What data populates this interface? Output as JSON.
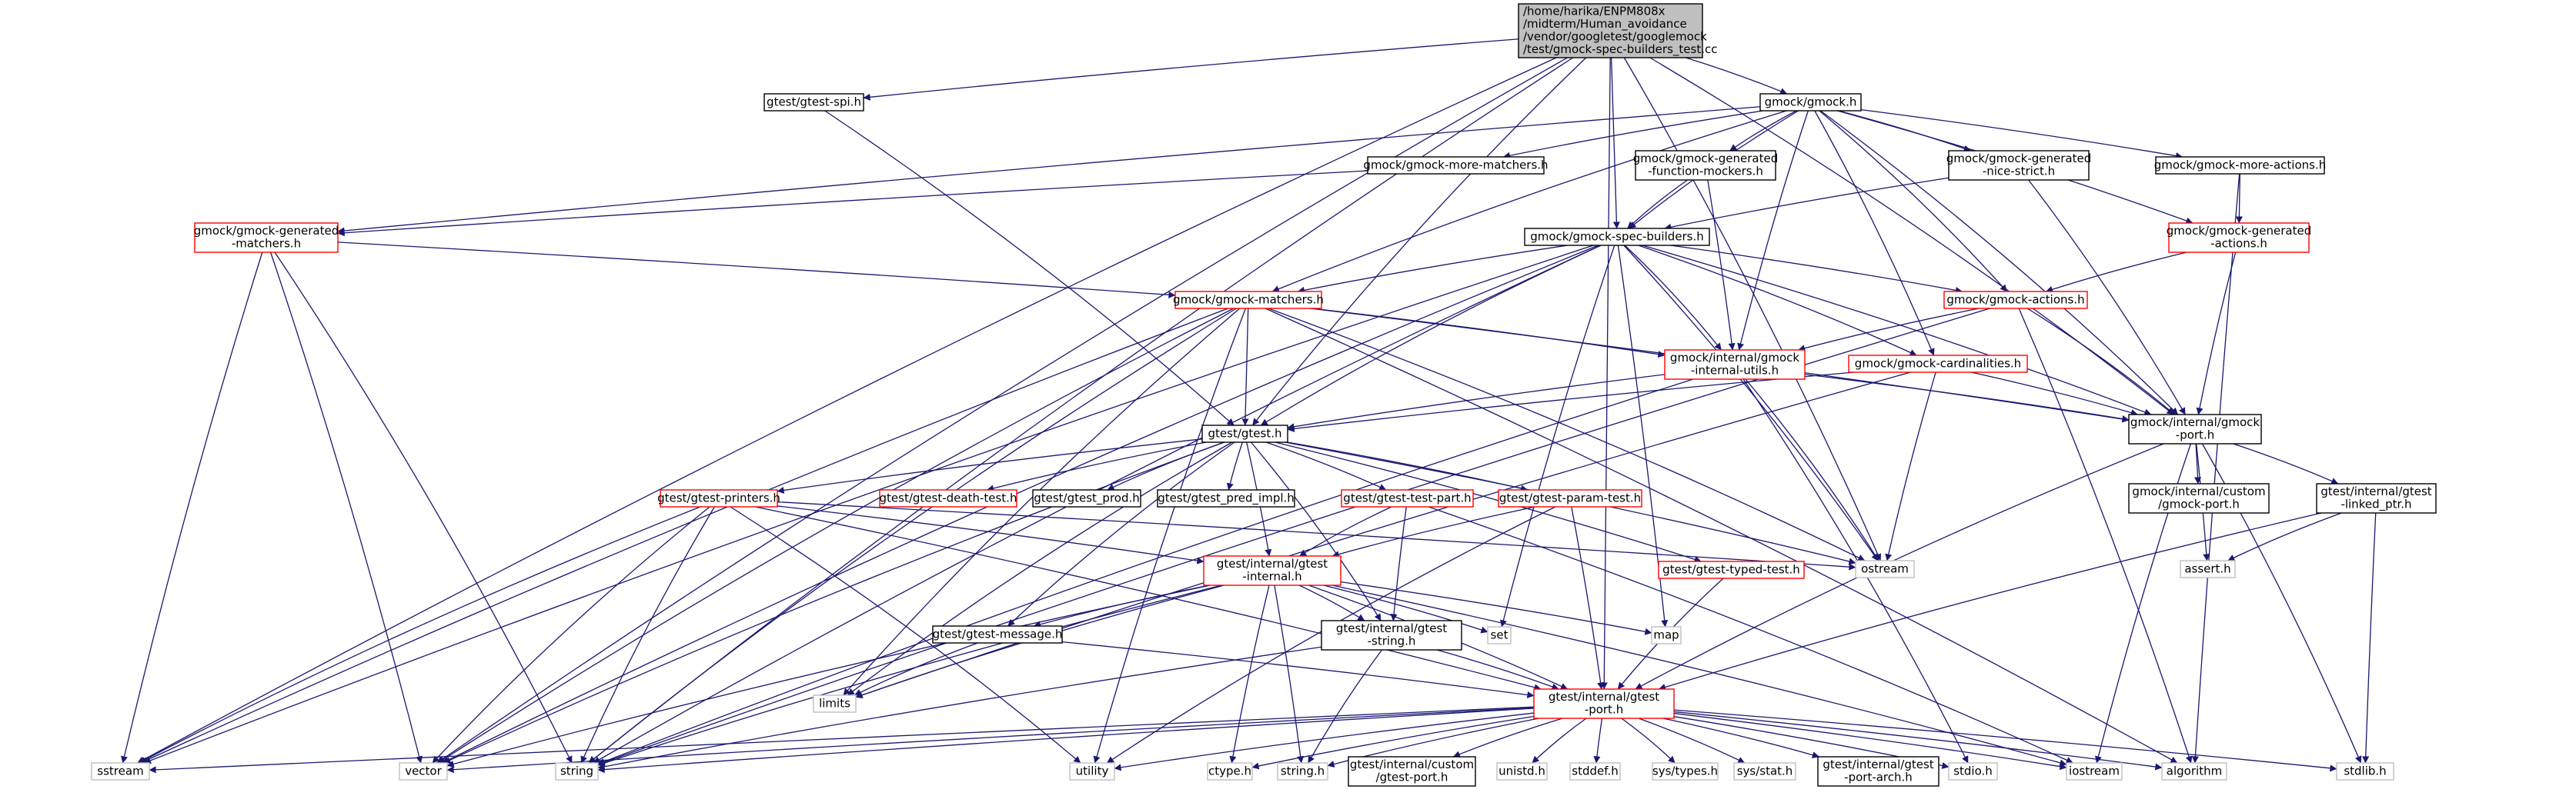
{
  "colors": {
    "edge": "#191970",
    "documented_border": "#000000",
    "incomplete_border": "#ff0000",
    "system_border": "#bfbfbf",
    "root_fill": "#bfbfbf",
    "text": "#000000"
  },
  "nodes": [
    {
      "id": "root",
      "lines": [
        "/home/harika/ENPM808x",
        "/midterm/Human_avoidance",
        "/vendor/googletest/googlemock",
        "/test/gmock-spec-builders_test.cc"
      ],
      "kind": "root"
    },
    {
      "id": "gtest_spi",
      "lines": [
        "gtest/gtest-spi.h"
      ],
      "kind": "doc"
    },
    {
      "id": "gmock_h",
      "lines": [
        "gmock/gmock.h"
      ],
      "kind": "doc"
    },
    {
      "id": "more_matchers",
      "lines": [
        "gmock/gmock-more-matchers.h"
      ],
      "kind": "doc"
    },
    {
      "id": "gen_fmockers",
      "lines": [
        "gmock/gmock-generated",
        "-function-mockers.h"
      ],
      "kind": "doc"
    },
    {
      "id": "gen_nice",
      "lines": [
        "gmock/gmock-generated",
        "-nice-strict.h"
      ],
      "kind": "doc"
    },
    {
      "id": "more_actions",
      "lines": [
        "gmock/gmock-more-actions.h"
      ],
      "kind": "doc"
    },
    {
      "id": "gen_matchers",
      "lines": [
        "gmock/gmock-generated",
        "-matchers.h"
      ],
      "kind": "red"
    },
    {
      "id": "spec_builders",
      "lines": [
        "gmock/gmock-spec-builders.h"
      ],
      "kind": "doc"
    },
    {
      "id": "gen_actions",
      "lines": [
        "gmock/gmock-generated",
        "-actions.h"
      ],
      "kind": "red"
    },
    {
      "id": "matchers",
      "lines": [
        "gmock/gmock-matchers.h"
      ],
      "kind": "red"
    },
    {
      "id": "actions",
      "lines": [
        "gmock/gmock-actions.h"
      ],
      "kind": "red"
    },
    {
      "id": "internal_utils",
      "lines": [
        "gmock/internal/gmock",
        "-internal-utils.h"
      ],
      "kind": "red"
    },
    {
      "id": "cardinalities",
      "lines": [
        "gmock/gmock-cardinalities.h"
      ],
      "kind": "red"
    },
    {
      "id": "gmock_port",
      "lines": [
        "gmock/internal/gmock",
        "-port.h"
      ],
      "kind": "doc"
    },
    {
      "id": "gtest_h",
      "lines": [
        "gtest/gtest.h"
      ],
      "kind": "doc"
    },
    {
      "id": "custom_gmock_port",
      "lines": [
        "gmock/internal/custom",
        "/gmock-port.h"
      ],
      "kind": "doc"
    },
    {
      "id": "linked_ptr",
      "lines": [
        "gtest/internal/gtest",
        "-linked_ptr.h"
      ],
      "kind": "doc"
    },
    {
      "id": "printers",
      "lines": [
        "gtest/gtest-printers.h"
      ],
      "kind": "red"
    },
    {
      "id": "death_test",
      "lines": [
        "gtest/gtest-death-test.h"
      ],
      "kind": "red"
    },
    {
      "id": "gtest_prod",
      "lines": [
        "gtest/gtest_prod.h"
      ],
      "kind": "doc"
    },
    {
      "id": "pred_impl",
      "lines": [
        "gtest/gtest_pred_impl.h"
      ],
      "kind": "doc"
    },
    {
      "id": "test_part",
      "lines": [
        "gtest/gtest-test-part.h"
      ],
      "kind": "red"
    },
    {
      "id": "param_test",
      "lines": [
        "gtest/gtest-param-test.h"
      ],
      "kind": "red"
    },
    {
      "id": "typed_test",
      "lines": [
        "gtest/gtest-typed-test.h"
      ],
      "kind": "red"
    },
    {
      "id": "ostream",
      "lines": [
        "ostream"
      ],
      "kind": "sys"
    },
    {
      "id": "assert_h",
      "lines": [
        "assert.h"
      ],
      "kind": "sys"
    },
    {
      "id": "gtest_internal",
      "lines": [
        "gtest/internal/gtest",
        "-internal.h"
      ],
      "kind": "red"
    },
    {
      "id": "gtest_message",
      "lines": [
        "gtest/gtest-message.h"
      ],
      "kind": "doc"
    },
    {
      "id": "gtest_string",
      "lines": [
        "gtest/internal/gtest",
        "-string.h"
      ],
      "kind": "doc"
    },
    {
      "id": "set",
      "lines": [
        "set"
      ],
      "kind": "sys"
    },
    {
      "id": "map",
      "lines": [
        "map"
      ],
      "kind": "sys"
    },
    {
      "id": "limits",
      "lines": [
        "limits"
      ],
      "kind": "sys"
    },
    {
      "id": "gtest_port",
      "lines": [
        "gtest/internal/gtest",
        "-port.h"
      ],
      "kind": "red"
    },
    {
      "id": "sstream",
      "lines": [
        "sstream"
      ],
      "kind": "sys"
    },
    {
      "id": "vector",
      "lines": [
        "vector"
      ],
      "kind": "sys"
    },
    {
      "id": "string",
      "lines": [
        "string"
      ],
      "kind": "sys"
    },
    {
      "id": "utility",
      "lines": [
        "utility"
      ],
      "kind": "sys"
    },
    {
      "id": "ctype",
      "lines": [
        "ctype.h"
      ],
      "kind": "sys"
    },
    {
      "id": "string_h",
      "lines": [
        "string.h"
      ],
      "kind": "sys"
    },
    {
      "id": "custom_gtest_port",
      "lines": [
        "gtest/internal/custom",
        "/gtest-port.h"
      ],
      "kind": "doc"
    },
    {
      "id": "unistd",
      "lines": [
        "unistd.h"
      ],
      "kind": "sys"
    },
    {
      "id": "stddef",
      "lines": [
        "stddef.h"
      ],
      "kind": "sys"
    },
    {
      "id": "sys_types",
      "lines": [
        "sys/types.h"
      ],
      "kind": "sys"
    },
    {
      "id": "sys_stat",
      "lines": [
        "sys/stat.h"
      ],
      "kind": "sys"
    },
    {
      "id": "port_arch",
      "lines": [
        "gtest/internal/gtest",
        "-port-arch.h"
      ],
      "kind": "doc"
    },
    {
      "id": "stdio",
      "lines": [
        "stdio.h"
      ],
      "kind": "sys"
    },
    {
      "id": "iostream",
      "lines": [
        "iostream"
      ],
      "kind": "sys"
    },
    {
      "id": "algorithm",
      "lines": [
        "algorithm"
      ],
      "kind": "sys"
    },
    {
      "id": "stdlib",
      "lines": [
        "stdlib.h"
      ],
      "kind": "sys"
    }
  ],
  "edges": [
    [
      "root",
      "gtest_spi"
    ],
    [
      "root",
      "gmock_h"
    ],
    [
      "root",
      "spec_builders"
    ],
    [
      "root",
      "gtest_h"
    ],
    [
      "root",
      "sstream"
    ],
    [
      "root",
      "string"
    ],
    [
      "root",
      "vector"
    ],
    [
      "root",
      "ostream"
    ],
    [
      "root",
      "gmock_port"
    ],
    [
      "root",
      "gtest_port"
    ],
    [
      "gtest_spi",
      "gtest_h"
    ],
    [
      "gmock_h",
      "more_matchers"
    ],
    [
      "gmock_h",
      "gen_fmockers"
    ],
    [
      "gmock_h",
      "gen_nice"
    ],
    [
      "gmock_h",
      "more_actions"
    ],
    [
      "gmock_h",
      "gen_actions"
    ],
    [
      "gmock_h",
      "matchers"
    ],
    [
      "gmock_h",
      "actions"
    ],
    [
      "gmock_h",
      "cardinalities"
    ],
    [
      "gmock_h",
      "internal_utils"
    ],
    [
      "gmock_h",
      "gmock_port"
    ],
    [
      "gmock_h",
      "gen_matchers"
    ],
    [
      "gmock_h",
      "spec_builders"
    ],
    [
      "more_matchers",
      "gen_matchers"
    ],
    [
      "gen_fmockers",
      "spec_builders"
    ],
    [
      "gen_fmockers",
      "internal_utils"
    ],
    [
      "gen_nice",
      "spec_builders"
    ],
    [
      "gen_nice",
      "gmock_port"
    ],
    [
      "more_actions",
      "gen_actions"
    ],
    [
      "more_actions",
      "algorithm"
    ],
    [
      "gen_matchers",
      "matchers"
    ],
    [
      "gen_matchers",
      "sstream"
    ],
    [
      "gen_matchers",
      "string"
    ],
    [
      "gen_matchers",
      "vector"
    ],
    [
      "gen_actions",
      "actions"
    ],
    [
      "gen_actions",
      "gmock_port"
    ],
    [
      "spec_builders",
      "matchers"
    ],
    [
      "spec_builders",
      "actions"
    ],
    [
      "spec_builders",
      "cardinalities"
    ],
    [
      "spec_builders",
      "internal_utils"
    ],
    [
      "spec_builders",
      "gmock_port"
    ],
    [
      "spec_builders",
      "gtest_h"
    ],
    [
      "spec_builders",
      "map"
    ],
    [
      "spec_builders",
      "set"
    ],
    [
      "spec_builders",
      "sstream"
    ],
    [
      "spec_builders",
      "string"
    ],
    [
      "spec_builders",
      "vector"
    ],
    [
      "spec_builders",
      "ostream"
    ],
    [
      "matchers",
      "gtest_h"
    ],
    [
      "matchers",
      "internal_utils"
    ],
    [
      "matchers",
      "gmock_port"
    ],
    [
      "matchers",
      "limits"
    ],
    [
      "matchers",
      "ostream"
    ],
    [
      "matchers",
      "sstream"
    ],
    [
      "matchers",
      "string"
    ],
    [
      "matchers",
      "utility"
    ],
    [
      "matchers",
      "vector"
    ],
    [
      "matchers",
      "algorithm"
    ],
    [
      "actions",
      "internal_utils"
    ],
    [
      "actions",
      "gmock_port"
    ],
    [
      "actions",
      "algorithm"
    ],
    [
      "actions",
      "string"
    ],
    [
      "internal_utils",
      "gtest_h"
    ],
    [
      "internal_utils",
      "gmock_port"
    ],
    [
      "internal_utils",
      "stdio"
    ],
    [
      "internal_utils",
      "ostream"
    ],
    [
      "internal_utils",
      "string"
    ],
    [
      "cardinalities",
      "gtest_h"
    ],
    [
      "cardinalities",
      "gmock_port"
    ],
    [
      "cardinalities",
      "ostream"
    ],
    [
      "cardinalities",
      "limits"
    ],
    [
      "gmock_port",
      "custom_gmock_port"
    ],
    [
      "gmock_port",
      "linked_ptr"
    ],
    [
      "gmock_port",
      "gtest_port"
    ],
    [
      "gmock_port",
      "assert_h"
    ],
    [
      "gmock_port",
      "stdlib"
    ],
    [
      "gmock_port",
      "iostream"
    ],
    [
      "linked_ptr",
      "assert_h"
    ],
    [
      "linked_ptr",
      "stdlib"
    ],
    [
      "linked_ptr",
      "gtest_port"
    ],
    [
      "gtest_h",
      "printers"
    ],
    [
      "gtest_h",
      "death_test"
    ],
    [
      "gtest_h",
      "gtest_prod"
    ],
    [
      "gtest_h",
      "pred_impl"
    ],
    [
      "gtest_h",
      "test_part"
    ],
    [
      "gtest_h",
      "param_test"
    ],
    [
      "gtest_h",
      "typed_test"
    ],
    [
      "gtest_h",
      "gtest_internal"
    ],
    [
      "gtest_h",
      "gtest_message"
    ],
    [
      "gtest_h",
      "gtest_string"
    ],
    [
      "gtest_h",
      "ostream"
    ],
    [
      "gtest_h",
      "limits"
    ],
    [
      "gtest_h",
      "vector"
    ],
    [
      "printers",
      "gtest_internal"
    ],
    [
      "printers",
      "gtest_port"
    ],
    [
      "printers",
      "ostream"
    ],
    [
      "printers",
      "sstream"
    ],
    [
      "printers",
      "string"
    ],
    [
      "printers",
      "utility"
    ],
    [
      "printers",
      "vector"
    ],
    [
      "test_part",
      "gtest_internal"
    ],
    [
      "test_part",
      "gtest_string"
    ],
    [
      "test_part",
      "iostream"
    ],
    [
      "param_test",
      "gtest_internal"
    ],
    [
      "param_test",
      "gtest_port"
    ],
    [
      "param_test",
      "utility"
    ],
    [
      "typed_test",
      "gtest_port"
    ],
    [
      "gtest_internal",
      "gtest_message"
    ],
    [
      "gtest_internal",
      "gtest_string"
    ],
    [
      "gtest_internal",
      "gtest_port"
    ],
    [
      "gtest_internal",
      "set"
    ],
    [
      "gtest_internal",
      "map"
    ],
    [
      "gtest_internal",
      "limits"
    ],
    [
      "gtest_internal",
      "ctype"
    ],
    [
      "gtest_internal",
      "string_h"
    ],
    [
      "gtest_internal",
      "string"
    ],
    [
      "gtest_internal",
      "vector"
    ],
    [
      "gtest_internal",
      "iostream"
    ],
    [
      "gtest_message",
      "limits"
    ],
    [
      "gtest_message",
      "gtest_port"
    ],
    [
      "gtest_string",
      "gtest_port"
    ],
    [
      "gtest_string",
      "string_h"
    ],
    [
      "gtest_string",
      "string"
    ],
    [
      "gtest_port",
      "sstream"
    ],
    [
      "gtest_port",
      "vector"
    ],
    [
      "gtest_port",
      "string"
    ],
    [
      "gtest_port",
      "utility"
    ],
    [
      "gtest_port",
      "ctype"
    ],
    [
      "gtest_port",
      "string_h"
    ],
    [
      "gtest_port",
      "custom_gtest_port"
    ],
    [
      "gtest_port",
      "unistd"
    ],
    [
      "gtest_port",
      "stddef"
    ],
    [
      "gtest_port",
      "sys_types"
    ],
    [
      "gtest_port",
      "sys_stat"
    ],
    [
      "gtest_port",
      "port_arch"
    ],
    [
      "gtest_port",
      "stdio"
    ],
    [
      "gtest_port",
      "iostream"
    ],
    [
      "gtest_port",
      "algorithm"
    ],
    [
      "gtest_port",
      "stdlib"
    ]
  ]
}
